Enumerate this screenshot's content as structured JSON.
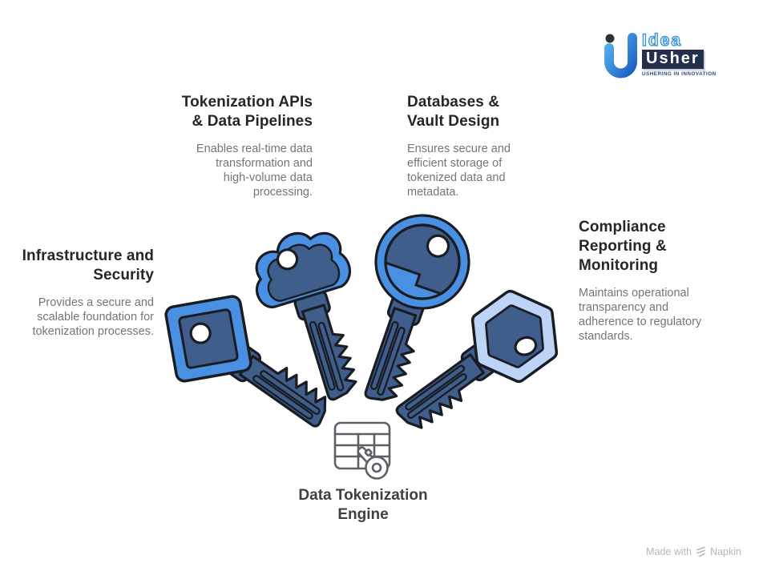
{
  "logo": {
    "brand_top": "Idea",
    "brand_bottom": "Usher",
    "tagline": "USHERING IN INNOVATION"
  },
  "sections": {
    "tokenization_apis": {
      "title_lines": [
        "Tokenization APIs",
        "& Data Pipelines"
      ],
      "body_lines": [
        "Enables real-time data",
        "transformation and",
        "high-volume data",
        "processing."
      ],
      "key": "cloud-head-key"
    },
    "databases_vault": {
      "title_lines": [
        "Databases &",
        "Vault Design"
      ],
      "body_lines": [
        "Ensures secure and",
        "efficient storage of",
        "tokenized data and",
        "metadata."
      ],
      "key": "round-head-key"
    },
    "infrastructure_security": {
      "title_lines": [
        "Infrastructure and",
        "Security"
      ],
      "body_lines": [
        "Provides a secure and",
        "scalable foundation for",
        "tokenization processes."
      ],
      "key": "square-head-key"
    },
    "compliance": {
      "title_lines": [
        "Compliance",
        "Reporting &",
        "Monitoring"
      ],
      "body_lines": [
        "Maintains operational",
        "transparency and",
        "adherence to regulatory",
        "standards."
      ],
      "key": "hexagon-head-key"
    }
  },
  "center": {
    "label_lines": [
      "Data Tokenization",
      "Engine"
    ],
    "icon": "table-key-icon"
  },
  "keys": [
    {
      "name": "square-head-key"
    },
    {
      "name": "cloud-head-key"
    },
    {
      "name": "round-head-key"
    },
    {
      "name": "hexagon-head-key"
    }
  ],
  "footer": {
    "made_with": "Made with",
    "brand": "Napkin",
    "icon": "napkin-logo-icon"
  },
  "icons": {
    "center": "table-key-icon",
    "logo": "idea-usher-u-glyph"
  },
  "colors": {
    "background": "#ffffff",
    "key_bright_blue": "#4a90e2",
    "key_steel_blue": "#3f5e8c",
    "key_pale_blue": "#bdd4f6",
    "key_outline": "#191c22",
    "heading_text": "#262626",
    "body_text": "#757575",
    "center_label_text": "#3c4043",
    "icon_gray": "#5d6066",
    "logo_blue": "#3d97d8",
    "logo_navy": "#242e4d",
    "logo_tagline_blue": "#2a4a8c",
    "footer_gray": "#b4b7bb"
  }
}
